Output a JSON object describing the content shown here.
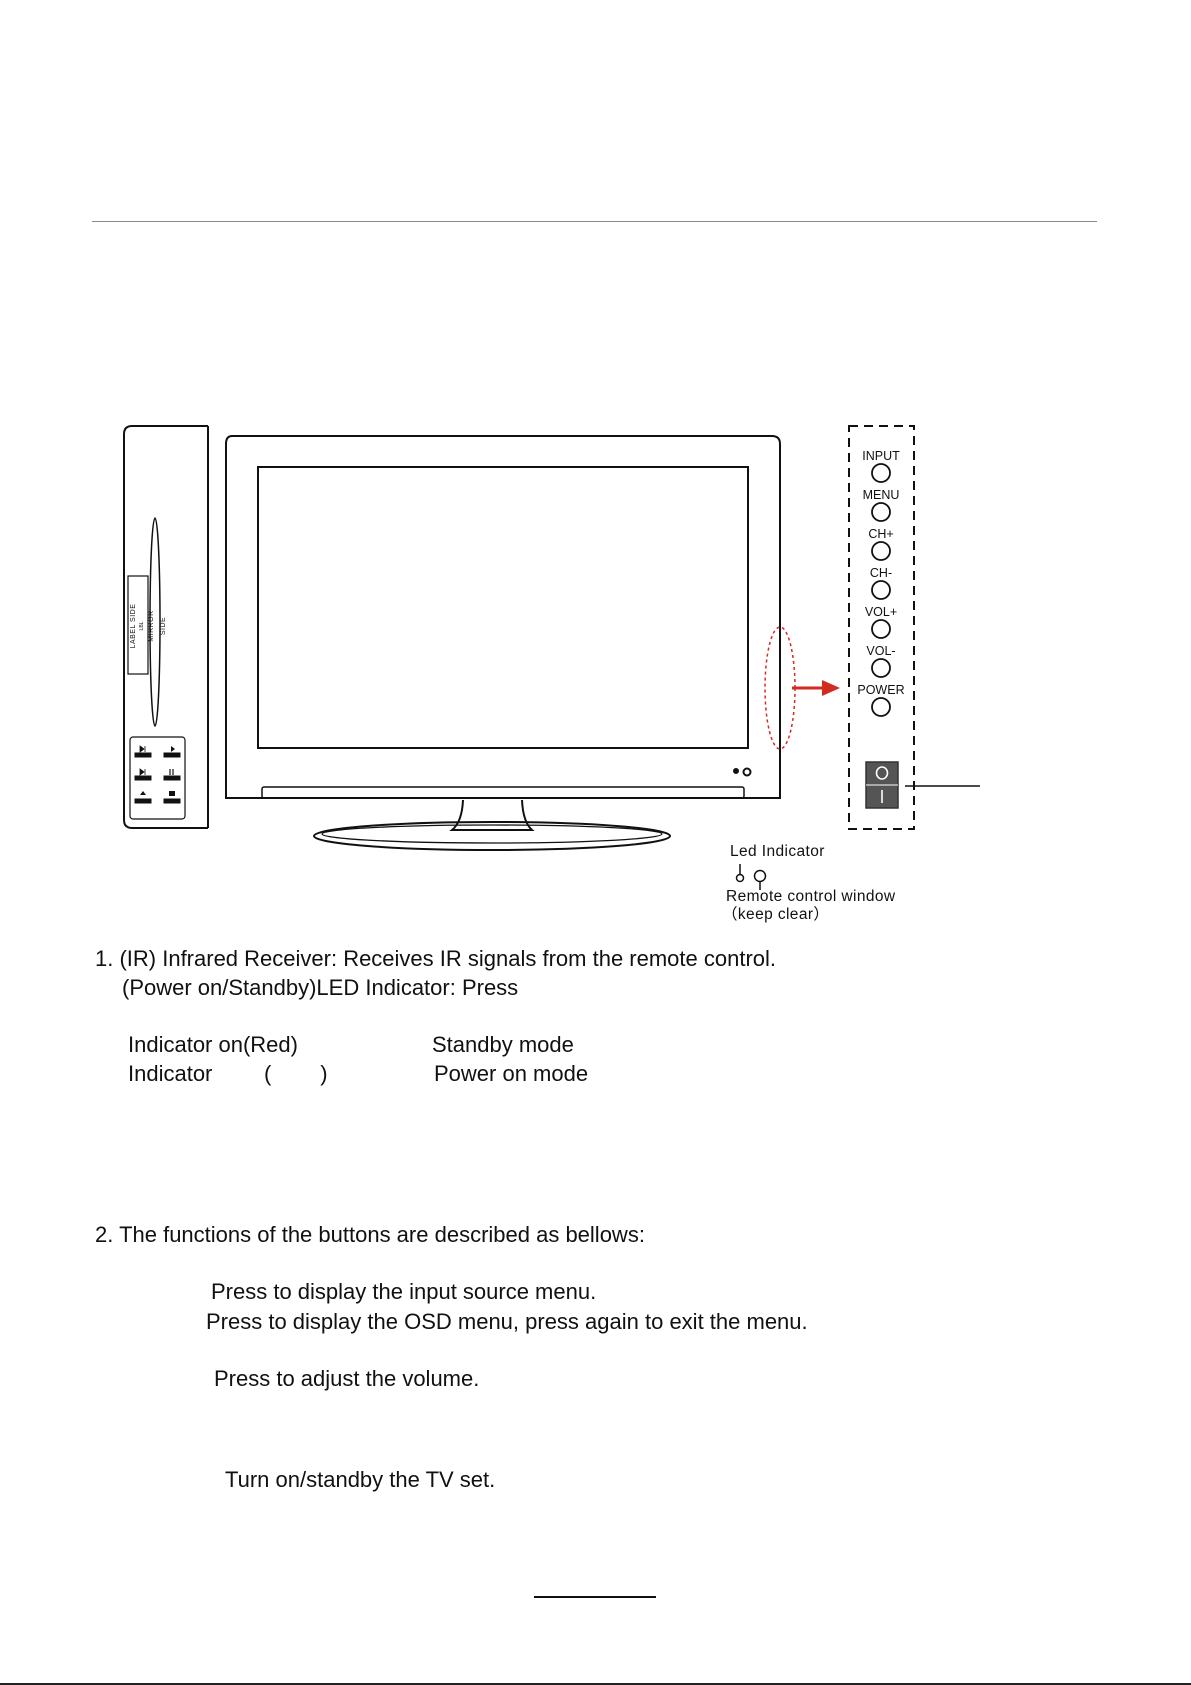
{
  "diagram": {
    "side_panel_labels": [
      "LABEL SIDE",
      "MIRROR SIDE"
    ],
    "side_panel_mid": "LBL",
    "button_panel": [
      "INPUT",
      "MENU",
      "CH+",
      "CH-",
      "VOL+",
      "VOL-",
      "POWER"
    ],
    "power_switch_symbols": [
      "O",
      "|"
    ],
    "led_label": "Led Indicator",
    "remote_window_label": "Remote  control  window",
    "keep_clear_label": "（keep  clear）",
    "colors": {
      "arrow": "#d42a1f",
      "ellipse": "#d42a1f",
      "line": "#111111"
    }
  },
  "section1": {
    "line1": "1. (IR) Infrared Receiver: Receives IR signals from the remote control.",
    "line2": "(Power on/Standby)LED Indicator: Press",
    "indicator_on_label": "Indicator on(Red)",
    "standby_mode": "Standby mode",
    "indicator_label": "Indicator",
    "indicator_paren": "(        )",
    "power_on_mode": "Power on mode"
  },
  "section2": {
    "heading": "2. The functions of the buttons are described as bellows:",
    "input_desc": "Press to display the input source menu.",
    "menu_desc": "Press to display the OSD menu, press again to exit the menu.",
    "vol_desc": "Press to adjust the volume.",
    "power_desc": "Turn on/standby the TV set."
  }
}
